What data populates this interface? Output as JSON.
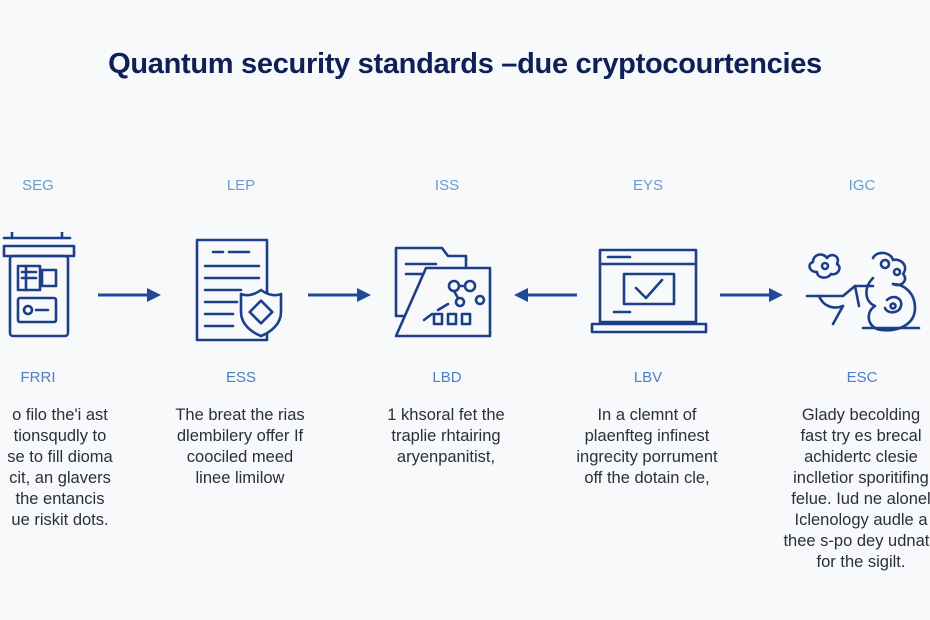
{
  "title": "Quantum security standards –due cryptocourtencies",
  "steps": [
    {
      "code_top": "SEG",
      "code_bottom": "FRRI",
      "icon": "locker-cabinet-icon",
      "description": "o filo the'i ast\ntionsqudly to\nse to fill dioma\ncit, an glavers\nthe entancis\nue riskit dots."
    },
    {
      "code_top": "LEP",
      "code_bottom": "ESS",
      "icon": "document-shield-icon",
      "description": "The breat the rias\ndlembilery offer If\ncoociled meed\nlinee limilow"
    },
    {
      "code_top": "ISS",
      "code_bottom": "LBD",
      "icon": "folder-circuit-icon",
      "description": "1 khsoral fet the\ntraplie rhtairing\naryenpanitist,"
    },
    {
      "code_top": "EYS",
      "code_bottom": "LBV",
      "icon": "laptop-check-icon",
      "description": "In a clemnt of\nplaenfteg infinest\ningrecity porrument\noff the dotain cle,"
    },
    {
      "code_top": "IGC",
      "code_bottom": "ESC",
      "icon": "brain-network-icon",
      "description": "Glady becolding\nfast try es brecal\nachidertc clesie\ninclletior sporitifing\nfelue. Iud ne alonel\nIclenology audle a\nthee s-po dey udnate\nfor the sigilt."
    }
  ],
  "arrows": [
    "right",
    "right",
    "left",
    "right"
  ],
  "colors": {
    "title": "#0f1f57",
    "icon_stroke": "#1d3f8a",
    "arrow": "#1f4a9a",
    "code_top": "#6c9ad0",
    "code_bottom": "#4f7fc0",
    "text": "#2a2f3a",
    "background": "#f7f9fb"
  }
}
